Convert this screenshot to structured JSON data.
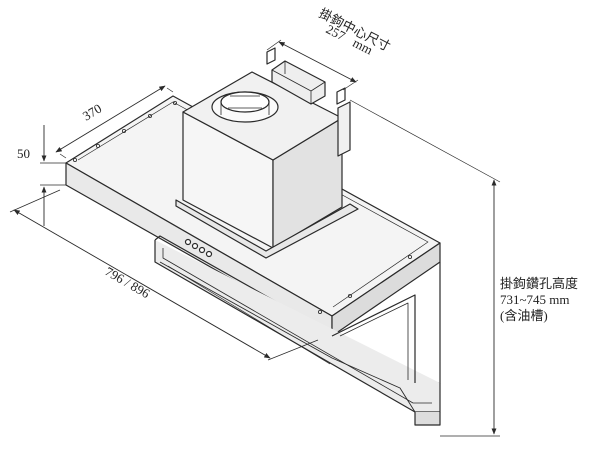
{
  "dimensions": {
    "hook_center_title": "掛鉤中心尺寸",
    "hook_center_value": "257",
    "hook_center_unit": "mm",
    "depth": "370",
    "thickness": "50",
    "width": "796 / 896",
    "hole_height_title": "掛鉤鑽孔高度",
    "hole_height_value": "731~745 mm",
    "hole_height_note": "(含油槽)"
  },
  "colors": {
    "line": "#2a2a2a",
    "face_light": "#f4f4f4",
    "face_mid": "#e6e6e6",
    "face_dark": "#cfcfcf"
  }
}
